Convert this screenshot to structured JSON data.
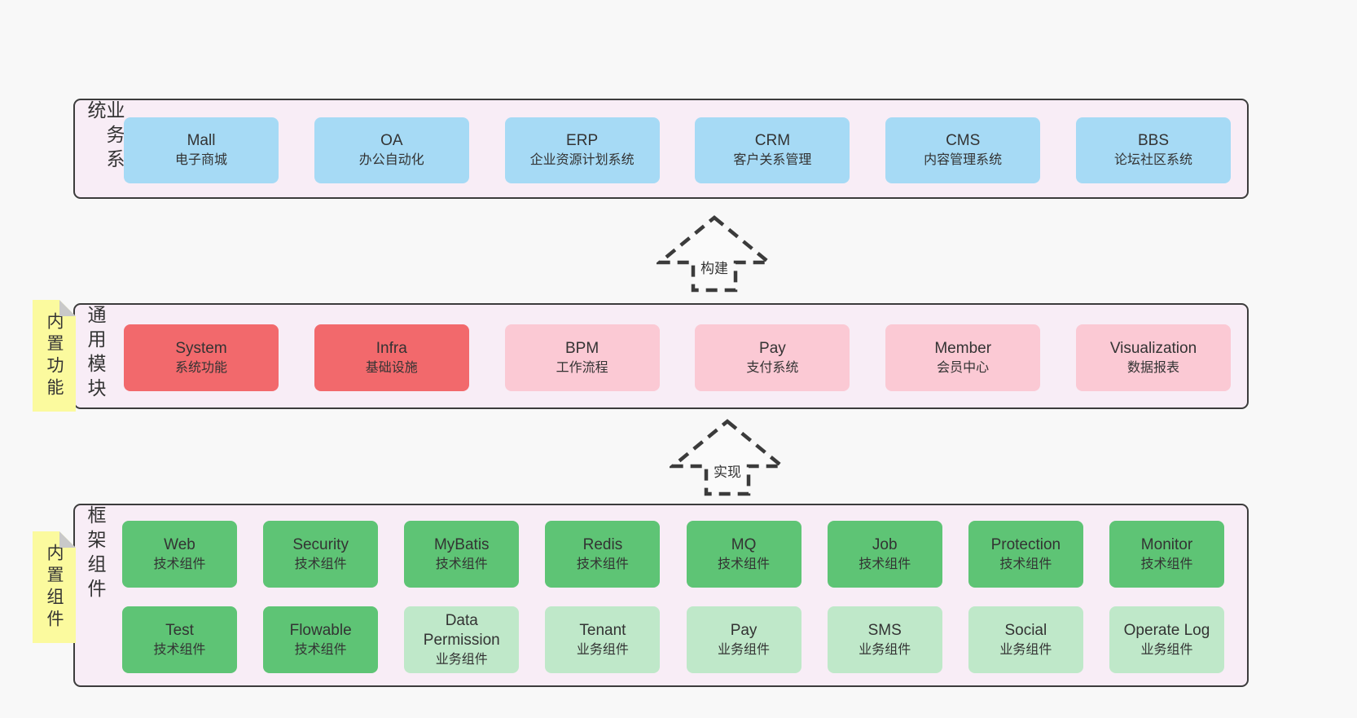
{
  "colors": {
    "page_bg": "#f8f8f8",
    "panel_bg": "#f8edf6",
    "panel_border": "#3c3c3c",
    "blue_box": "#a6daf5",
    "red_box": "#f2696c",
    "pink_box": "#fbc9d4",
    "green_box": "#5ec475",
    "light_green_box": "#bfe8c9",
    "note_yellow": "#fbfa9e",
    "note_fold": "#c9c9c9",
    "text": "#333333"
  },
  "arrows": [
    {
      "label": "构建"
    },
    {
      "label": "实现"
    }
  ],
  "sections": [
    {
      "id": "business-systems",
      "label": "业务系统",
      "boxes": [
        {
          "title": "Mall",
          "subtitle": "电子商城"
        },
        {
          "title": "OA",
          "subtitle": "办公自动化"
        },
        {
          "title": "ERP",
          "subtitle": "企业资源计划系统"
        },
        {
          "title": "CRM",
          "subtitle": "客户关系管理"
        },
        {
          "title": "CMS",
          "subtitle": "内容管理系统"
        },
        {
          "title": "BBS",
          "subtitle": "论坛社区系统"
        }
      ]
    },
    {
      "id": "common-modules",
      "label": "通用模块",
      "note": "内置功能",
      "boxes": [
        {
          "title": "System",
          "subtitle": "系统功能"
        },
        {
          "title": "Infra",
          "subtitle": "基础设施"
        },
        {
          "title": "BPM",
          "subtitle": "工作流程"
        },
        {
          "title": "Pay",
          "subtitle": "支付系统"
        },
        {
          "title": "Member",
          "subtitle": "会员中心"
        },
        {
          "title": "Visualization",
          "subtitle": "数据报表"
        }
      ]
    },
    {
      "id": "framework-components",
      "label": "框架组件",
      "note": "内置组件",
      "rows": [
        [
          {
            "title": "Web",
            "subtitle": "技术组件"
          },
          {
            "title": "Security",
            "subtitle": "技术组件"
          },
          {
            "title": "MyBatis",
            "subtitle": "技术组件"
          },
          {
            "title": "Redis",
            "subtitle": "技术组件"
          },
          {
            "title": "MQ",
            "subtitle": "技术组件"
          },
          {
            "title": "Job",
            "subtitle": "技术组件"
          },
          {
            "title": "Protection",
            "subtitle": "技术组件"
          },
          {
            "title": "Monitor",
            "subtitle": "技术组件"
          }
        ],
        [
          {
            "title": "Test",
            "subtitle": "技术组件"
          },
          {
            "title": "Flowable",
            "subtitle": "技术组件"
          },
          {
            "title": "Data Permission",
            "subtitle": "业务组件"
          },
          {
            "title": "Tenant",
            "subtitle": "业务组件"
          },
          {
            "title": "Pay",
            "subtitle": "业务组件"
          },
          {
            "title": "SMS",
            "subtitle": "业务组件"
          },
          {
            "title": "Social",
            "subtitle": "业务组件"
          },
          {
            "title": "Operate Log",
            "subtitle": "业务组件"
          }
        ]
      ]
    }
  ]
}
